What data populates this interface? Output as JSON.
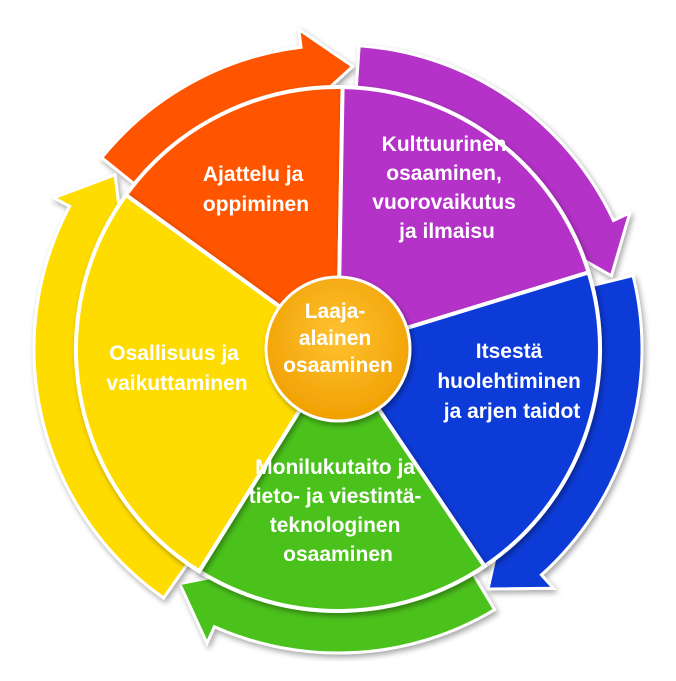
{
  "diagram": {
    "center": {
      "lines": [
        "Laaja-",
        "alainen",
        "osaaminen"
      ],
      "color": "#F5A500"
    },
    "segments": [
      {
        "id": "ajattelu",
        "lines": [
          "Ajattelu ja",
          "oppiminen"
        ],
        "color": "#FF5500"
      },
      {
        "id": "kulttuurinen",
        "lines": [
          "Kulttuurinen",
          "osaaminen,",
          "vuorovaikutus",
          "ja ilmaisu"
        ],
        "color": "#B430C8"
      },
      {
        "id": "itsesta",
        "lines": [
          "Itsestä",
          "huolehtiminen",
          "ja arjen taidot"
        ],
        "color": "#0A3AD8"
      },
      {
        "id": "monilukutaito",
        "lines": [
          "Monilukutaito ja",
          "tieto- ja viestintä-",
          "teknologinen",
          "osaaminen"
        ],
        "color": "#4CC21C"
      },
      {
        "id": "osallisuus",
        "lines": [
          "Osallisuus ja",
          "vaikuttaminen"
        ],
        "color": "#FFDC00"
      }
    ]
  }
}
